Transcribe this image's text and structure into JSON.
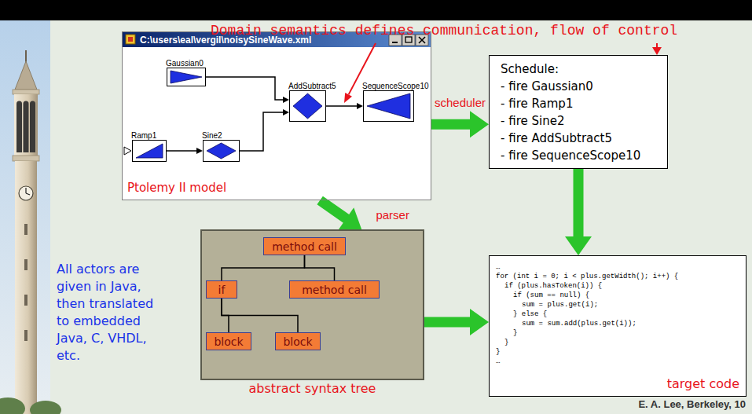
{
  "diagram": {
    "nodes": [
      {
        "text": [
          "C:\\users\\eal\\vergil\\noisySineWave.xml",
          "Ptolemy II model"
        ]
      },
      {
        "text": [
          "Gaussian0"
        ],
        "in": 0
      },
      {
        "text": [
          "AddSubtract5"
        ],
        "in": 0
      },
      {
        "text": [
          "SequenceScope10"
        ],
        "in": 0
      },
      {
        "text": [
          "Ramp1"
        ],
        "in": 0
      },
      {
        "text": [
          "Sine2"
        ],
        "in": 0
      },
      {
        "text": [
          "Schedule:",
          "- fire Gaussian0",
          "- fire Ramp1",
          "- fire Sine2",
          "- fire AddSubtract5",
          "- fire SequenceScope10"
        ]
      },
      {
        "text": [
          "abstract syntax tree"
        ]
      },
      {
        "text": [
          "method call"
        ],
        "in": 7
      },
      {
        "text": [
          "if"
        ],
        "in": 7
      },
      {
        "text": [
          "method call"
        ],
        "in": 7
      },
      {
        "text": [
          "block"
        ],
        "in": 7
      },
      {
        "text": [
          "block"
        ],
        "in": 7
      },
      {
        "text": [
          "…",
          "for (int i = 0; i < plus.getWidth(); i++) {",
          "if (plus.hasToken(i)) {",
          "if (sum == null) {",
          "sum = plus.get(i);",
          "} else {",
          "sum = sum.add(plus.get(i));",
          "}",
          "}",
          "}",
          "…",
          "target code"
        ]
      }
    ],
    "edges": [
      {
        "from": 1,
        "to": 2,
        "arrow": "to"
      },
      {
        "from": 4,
        "to": 5,
        "arrow": "to"
      },
      {
        "from": 5,
        "to": 2,
        "arrow": "to"
      },
      {
        "from": 2,
        "to": 3,
        "arrow": "to"
      },
      {
        "from": 0,
        "to": 6,
        "label": "scheduler",
        "arrow": "to"
      },
      {
        "from": 0,
        "to": 7,
        "label": "parser",
        "arrow": "to"
      },
      {
        "from": 6,
        "to": 13,
        "arrow": "to"
      },
      {
        "from": 7,
        "to": 13,
        "arrow": "to"
      },
      {
        "from": 8,
        "to": 9,
        "arrow": "none"
      },
      {
        "from": 8,
        "to": 10,
        "arrow": "none"
      },
      {
        "from": 9,
        "to": 11,
        "arrow": "none"
      },
      {
        "from": 9,
        "to": 12,
        "arrow": "none"
      }
    ],
    "labels": [
      "Domain semantics defines communication, flow of control",
      "All actors are given in Java, then translated to embedded Java, C, VHDL, etc.",
      "E. A. Lee, Berkeley, 10"
    ]
  }
}
